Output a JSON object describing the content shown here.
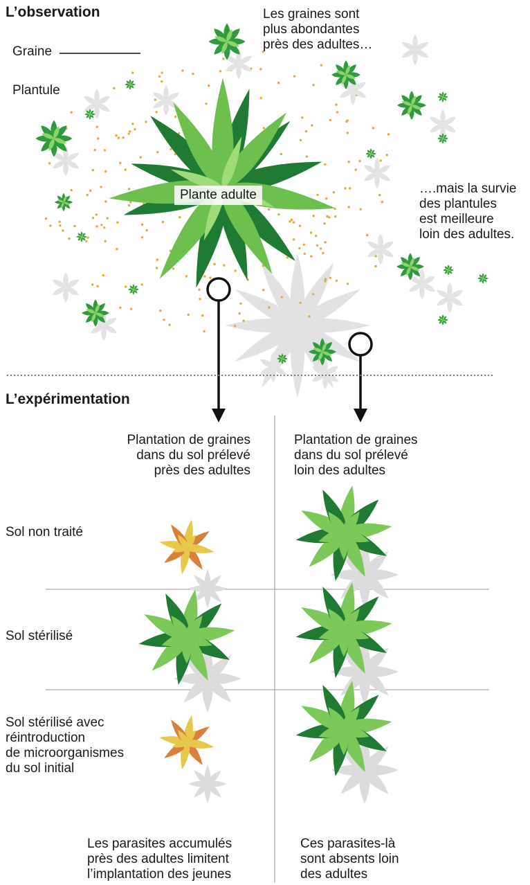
{
  "observation": {
    "title": "L’observation",
    "graine_label": "Graine",
    "plantule_label": "Plantule",
    "adult_label": "Plante adulte",
    "seeds_note": [
      "Les graines sont",
      "plus abondantes",
      "près des adultes…"
    ],
    "survival_note": [
      "….mais la survie",
      "des plantules",
      "est meilleure",
      "loin des adultes."
    ]
  },
  "experiment": {
    "title": "L’expérimentation",
    "col_near": [
      "Plantation de graines",
      "dans du sol prélevé",
      "près des adultes"
    ],
    "col_far": [
      "Plantation de graines",
      "dans du sol prélevé",
      "loin des adultes"
    ],
    "rows": [
      {
        "label": [
          "Sol non traité"
        ],
        "near": "wilted",
        "far": "healthy"
      },
      {
        "label": [
          "Sol stérilisé"
        ],
        "near": "healthy",
        "far": "healthy"
      },
      {
        "label": [
          "Sol stérilisé avec",
          "réintroduction",
          "de microorganismes",
          "du sol initial"
        ],
        "near": "wilted",
        "far": "healthy"
      }
    ],
    "conclusion_near": [
      "Les parasites accumulés",
      "près des adultes limitent",
      "l’implantation des jeunes"
    ],
    "conclusion_far": [
      "Ces parasites-là",
      "sont absents loin",
      "des adultes"
    ]
  },
  "colors": {
    "leaf_dark": "#1f7a33",
    "leaf_light": "#7cc95a",
    "wilted_dark": "#d9803a",
    "wilted_light": "#e8c84a",
    "seed": "#e8a93a",
    "shadow": "#dcdcdc",
    "rule": "#999999"
  }
}
